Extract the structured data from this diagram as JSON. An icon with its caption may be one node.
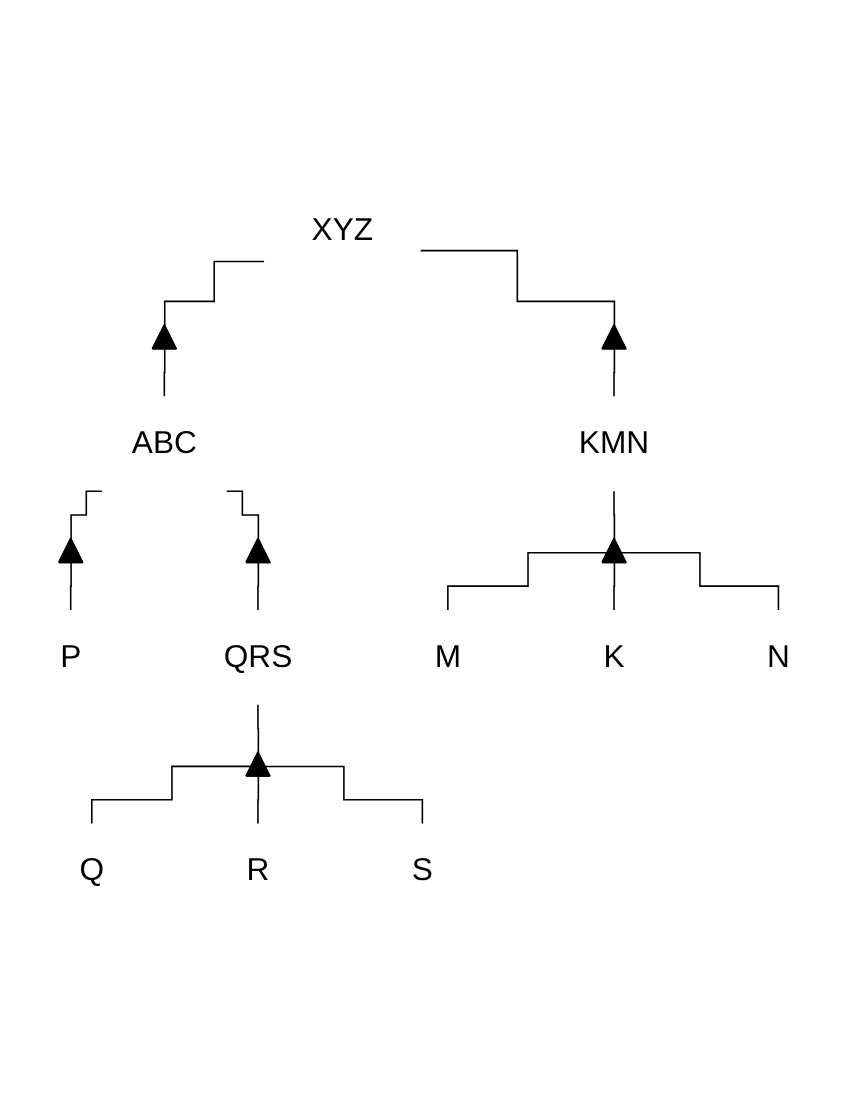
{
  "diagram": {
    "nodes": [
      {
        "text": [
          "XYZ"
        ]
      },
      {
        "text": [],
        "shape": "triangle"
      },
      {
        "text": [],
        "shape": "triangle"
      },
      {
        "text": [
          "ABC"
        ]
      },
      {
        "text": [
          "KMN"
        ]
      },
      {
        "text": [],
        "shape": "triangle"
      },
      {
        "text": [],
        "shape": "triangle"
      },
      {
        "text": [],
        "shape": "triangle"
      },
      {
        "text": [
          "P"
        ]
      },
      {
        "text": [
          "QRS"
        ]
      },
      {
        "text": [
          "M"
        ]
      },
      {
        "text": [
          "K"
        ]
      },
      {
        "text": [
          "N"
        ]
      },
      {
        "text": [],
        "shape": "triangle"
      },
      {
        "text": [
          "Q"
        ]
      },
      {
        "text": [
          "R"
        ]
      },
      {
        "text": [
          "S"
        ]
      }
    ],
    "edges": [
      {
        "from": 0,
        "to": 1,
        "arrow": "none"
      },
      {
        "from": 0,
        "to": 2,
        "arrow": "none"
      },
      {
        "from": 1,
        "to": 3,
        "arrow": "none"
      },
      {
        "from": 2,
        "to": 4,
        "arrow": "none"
      },
      {
        "from": 3,
        "to": 5,
        "arrow": "none"
      },
      {
        "from": 3,
        "to": 6,
        "arrow": "none"
      },
      {
        "from": 4,
        "to": 7,
        "arrow": "none"
      },
      {
        "from": 5,
        "to": 8,
        "arrow": "none"
      },
      {
        "from": 6,
        "to": 9,
        "arrow": "none"
      },
      {
        "from": 7,
        "to": 10,
        "arrow": "none"
      },
      {
        "from": 7,
        "to": 11,
        "arrow": "none"
      },
      {
        "from": 7,
        "to": 12,
        "arrow": "none"
      },
      {
        "from": 9,
        "to": 13,
        "arrow": "none"
      },
      {
        "from": 13,
        "to": 14,
        "arrow": "none"
      },
      {
        "from": 13,
        "to": 15,
        "arrow": "none"
      },
      {
        "from": 13,
        "to": 16,
        "arrow": "none"
      }
    ]
  }
}
